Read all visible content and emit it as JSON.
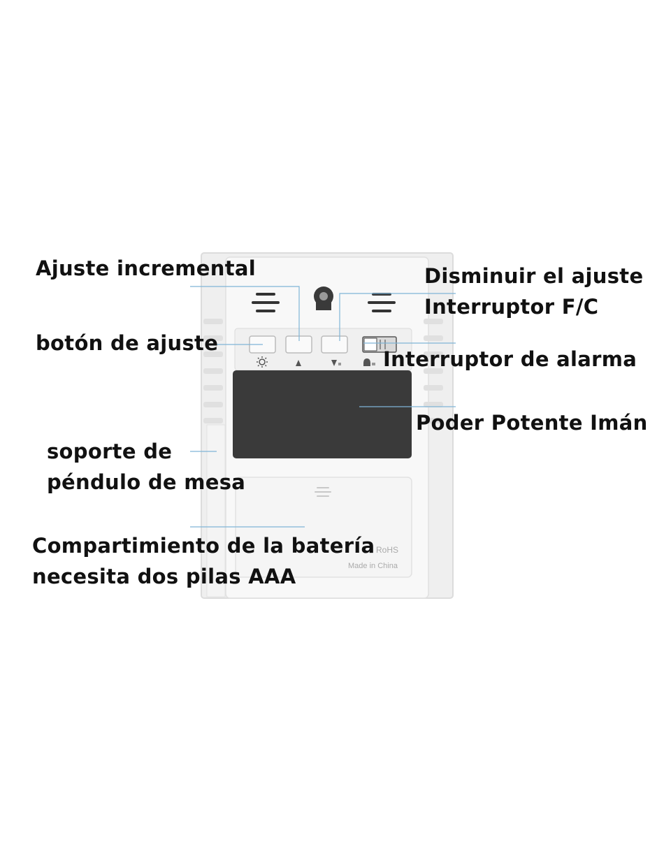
{
  "device": {
    "marking_rohs": "RoHS",
    "marking_origin": "Made in China",
    "buttons": [
      {
        "name": "set",
        "icon": "gear-icon"
      },
      {
        "name": "up",
        "icon": "triangle-up-icon"
      },
      {
        "name": "down",
        "icon": "triangle-down-icon"
      }
    ],
    "switch": {
      "icon": "bell-icon"
    }
  },
  "labels": {
    "increment": "Ajuste incremental",
    "decrease": "Disminuir el ajuste",
    "fc_switch": "Interruptor F/C",
    "set_button": "botón de ajuste",
    "alarm_switch": "Interruptor de alarma",
    "magnet": "Poder Potente Imán",
    "stand_line1": "soporte de",
    "stand_line2": "péndulo de mesa",
    "battery_line1": "Compartimiento de la batería",
    "battery_line2": "necesita dos pilas AAA"
  },
  "colors": {
    "device_body": "#f3f3f3",
    "device_edge": "#dddddd",
    "display": "#3a3a3a",
    "leader_line": "#7fb5d6",
    "label_text": "#111111"
  }
}
